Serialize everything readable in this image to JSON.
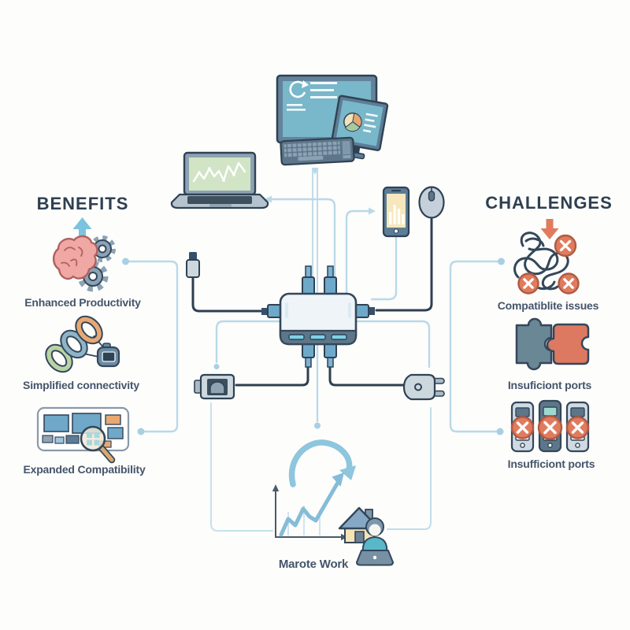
{
  "benefits": {
    "title": "BENEFITS",
    "arrow_direction": "up",
    "items": [
      {
        "icon": "brain-gears-icon",
        "label": "Enhanced Productivity"
      },
      {
        "icon": "chain-links-icon",
        "label": "Simplified connectivity"
      },
      {
        "icon": "device-grid-magnifier-icon",
        "label": "Expanded Compatibility"
      }
    ]
  },
  "challenges": {
    "title": "CHALLENGES",
    "arrow_direction": "down",
    "items": [
      {
        "icon": "tangled-cables-icon",
        "label": "Compatiblite issues"
      },
      {
        "icon": "puzzle-pieces-icon",
        "label": "Insuficiont ports"
      },
      {
        "icon": "blocked-ports-icon",
        "label": "Insufficiont ports"
      }
    ]
  },
  "center": {
    "hub_icon": "usb-hub-icon",
    "connected_device_icons": [
      "desktop-monitors-icon",
      "keyboard-icon",
      "laptop-icon",
      "smartphone-icon",
      "mouse-icon",
      "usb-connector-icon",
      "ethernet-connector-icon",
      "power-plug-icon"
    ]
  },
  "bottom": {
    "label": "Marote Work",
    "icons": [
      "cycle-arrow-icon",
      "growth-chart-icon",
      "house-icon",
      "remote-worker-icon"
    ]
  },
  "colors": {
    "connector_line": "#b9d9e8",
    "outline": "#34475a",
    "accent_blue": "#7fc3dd",
    "accent_red": "#e07b5e",
    "screen_teal": "#79b7ca",
    "screen_green": "#d2e4c6",
    "screen_cream": "#f6e7bc"
  }
}
